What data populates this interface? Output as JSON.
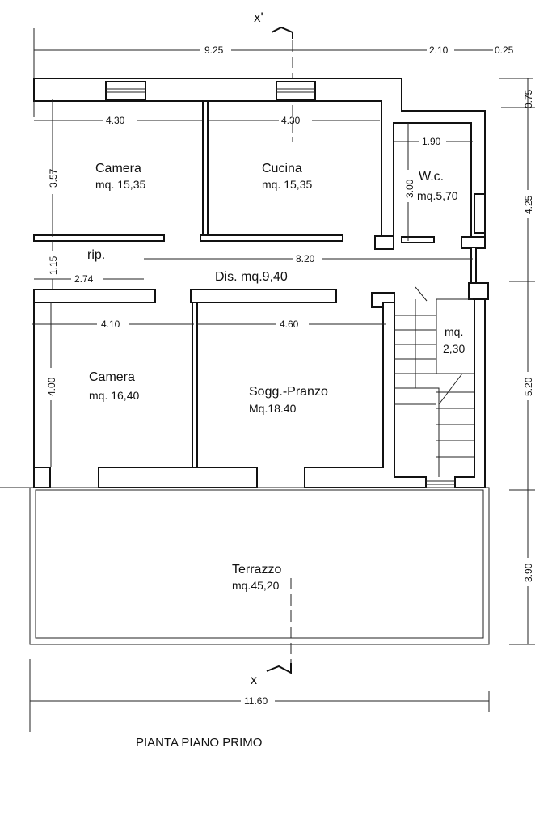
{
  "title": "PIANTA PIANO PRIMO",
  "section_markers": {
    "top": "x'",
    "bottom": "x"
  },
  "rooms": [
    {
      "name": "Camera",
      "area": "mq. 15,35"
    },
    {
      "name": "Cucina",
      "area": "mq. 15,35"
    },
    {
      "name": "W.c.",
      "area": "mq.5,70"
    },
    {
      "name": "rip."
    },
    {
      "name": "Dis. mq.9,40"
    },
    {
      "name": "Camera",
      "area": "mq. 16,40"
    },
    {
      "name": "Sogg.-Pranzo",
      "area": "Mq.18.40"
    },
    {
      "name": "mq.",
      "area": "2,30"
    },
    {
      "name": "Terrazzo",
      "area": "mq.45,20"
    }
  ],
  "dimensions": {
    "top_total": "9.25",
    "top_right": "2.10",
    "top_edge": "0.25",
    "camera1_width": "4.30",
    "cucina_width": "4.30",
    "camera1_depth": "3.57",
    "wc_width": "1.90",
    "wc_depth": "3.00",
    "rip_depth": "1.15",
    "rip_width": "2.74",
    "corridor_length": "8.20",
    "camera2_width": "4.10",
    "soggiorno_width": "4.60",
    "camera2_depth": "4.00",
    "right_top": "0.75",
    "right_upper": "4.25",
    "right_middle": "5.20",
    "right_lower": "3.90",
    "bottom_total": "11.60"
  }
}
